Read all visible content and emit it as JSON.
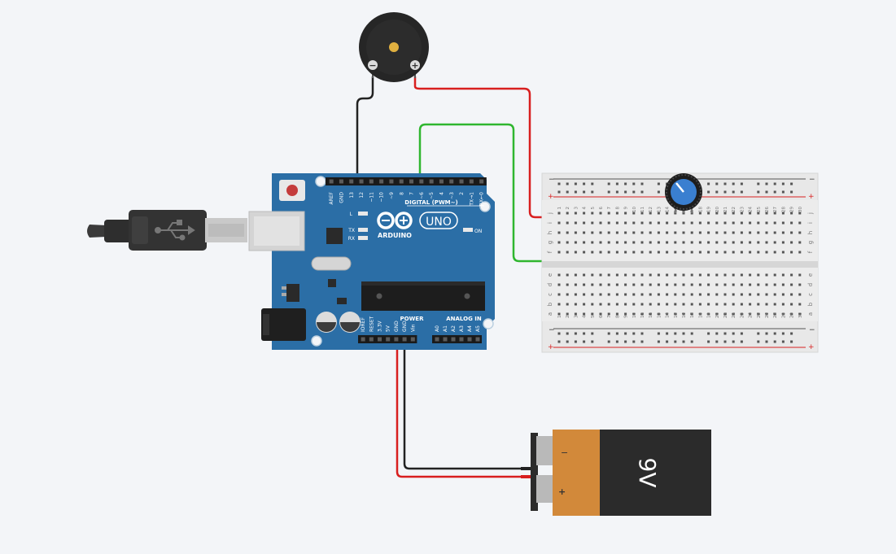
{
  "colors": {
    "background": "#f3f5f8",
    "arduino_board": "#2b6ea6",
    "wire_red": "#d81f1f",
    "wire_black": "#222222",
    "wire_green": "#2fb62f",
    "breadboard": "#e9e9e9",
    "battery_orange": "#d2893a",
    "battery_black": "#2b2b2b",
    "potentiometer_knob": "#3a7fd0"
  },
  "icons": {
    "usb": "usb-icon",
    "arduino_logo": "infinity-logo"
  },
  "arduino": {
    "logo_text": "ARDUINO",
    "model": "UNO",
    "digital_header": "DIGITAL (PWM~)",
    "power_header": "POWER",
    "analog_header": "ANALOG IN",
    "led_l": "L",
    "led_tx": "TX",
    "led_rx": "RX",
    "led_on": "ON",
    "digital_pins": [
      "AREF",
      "GND",
      "13",
      "12",
      "~11",
      "~10",
      "~9",
      "8",
      "7",
      "~6",
      "~5",
      "4",
      "~3",
      "2",
      "TX→1",
      "RX←0"
    ],
    "power_pins": [
      "IOREF",
      "RESET",
      "3.3V",
      "5V",
      "GND",
      "GND",
      "Vin"
    ],
    "analog_pins": [
      "A0",
      "A1",
      "A2",
      "A3",
      "A4",
      "A5"
    ]
  },
  "buzzer": {
    "minus": "−",
    "plus": "+"
  },
  "breadboard": {
    "rail_minus": "−",
    "rail_plus": "+",
    "row_letters_top": [
      "j",
      "i",
      "h",
      "g",
      "f"
    ],
    "row_letters_bottom": [
      "e",
      "d",
      "c",
      "b",
      "a"
    ],
    "column_numbers": [
      "1",
      "2",
      "3",
      "4",
      "5",
      "6",
      "7",
      "8",
      "9",
      "10",
      "11",
      "12",
      "13",
      "14",
      "15",
      "16",
      "17",
      "18",
      "19",
      "20",
      "21",
      "22",
      "23",
      "24",
      "25",
      "26",
      "27",
      "28",
      "29",
      "30"
    ]
  },
  "battery": {
    "label": "9V",
    "minus": "−",
    "plus": "+"
  }
}
